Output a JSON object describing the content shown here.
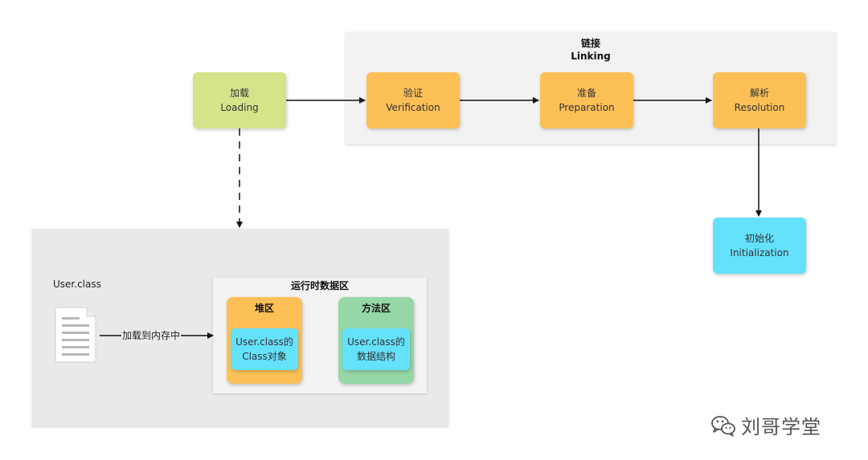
{
  "linking": {
    "title_zh": "链接",
    "title_en": "Linking"
  },
  "loading": {
    "zh": "加载",
    "en": "Loading"
  },
  "verification": {
    "zh": "验证",
    "en": "Verification"
  },
  "preparation": {
    "zh": "准备",
    "en": "Preparation"
  },
  "resolution": {
    "zh": "解析",
    "en": "Resolution"
  },
  "initialization": {
    "zh": "初始化",
    "en": "Initialization"
  },
  "memory": {
    "file_label": "User.class",
    "edge_label": "加载到内存中",
    "runtime_area_title": "运行时数据区",
    "heap": {
      "title": "堆区",
      "line1": "User.class的",
      "line2": "Class对象"
    },
    "method_area": {
      "title": "方法区",
      "line1": "User.class的",
      "line2": "数据结构"
    }
  },
  "watermark": {
    "text": "刘哥学堂"
  },
  "colors": {
    "loading": "#d5e38a",
    "linking_steps": "#fcc057",
    "initialization": "#64e1fb",
    "method_area": "#96d7a8",
    "inner_boxes": "#64e1fb"
  }
}
